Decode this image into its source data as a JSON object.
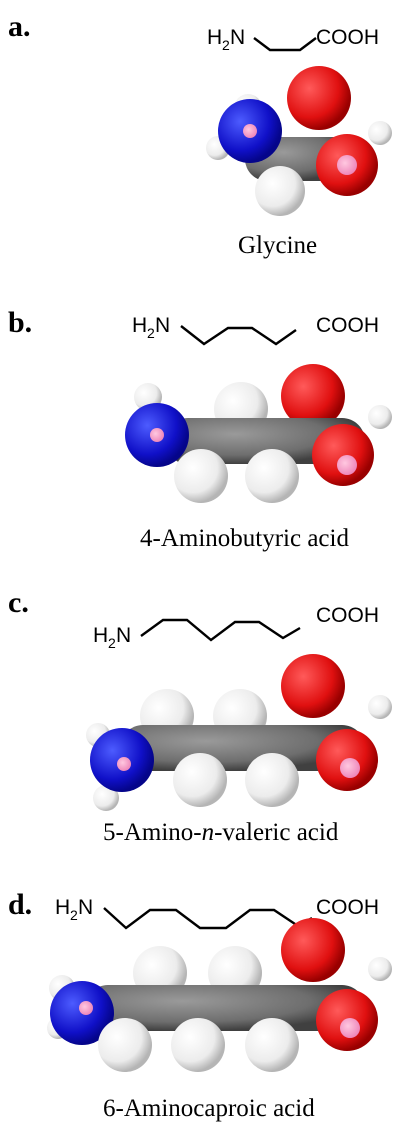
{
  "panels": [
    {
      "label": "a.",
      "amine": "H",
      "amine_sub": "2",
      "amine_n": "N",
      "acid": "COOH",
      "name": "Glycine"
    },
    {
      "label": "b.",
      "amine": "H",
      "amine_sub": "2",
      "amine_n": "N",
      "acid": "COOH",
      "name": "4-Aminobutyric acid"
    },
    {
      "label": "c.",
      "amine": "H",
      "amine_sub": "2",
      "amine_n": "N",
      "acid": "COOH",
      "name_pre": "5-Amino-",
      "name_italic": "n",
      "name_post": "-valeric acid"
    },
    {
      "label": "d.",
      "amine": "H",
      "amine_sub": "2",
      "amine_n": "N",
      "acid": "COOH",
      "name": "6-Aminocaproic acid"
    }
  ],
  "atom_colors": {
    "nitrogen": "#1a1acc",
    "oxygen": "#e01010",
    "carbon": "#6e6e6e",
    "hydrogen": "#f0f0f0",
    "highlight": "#f4a0c8"
  }
}
